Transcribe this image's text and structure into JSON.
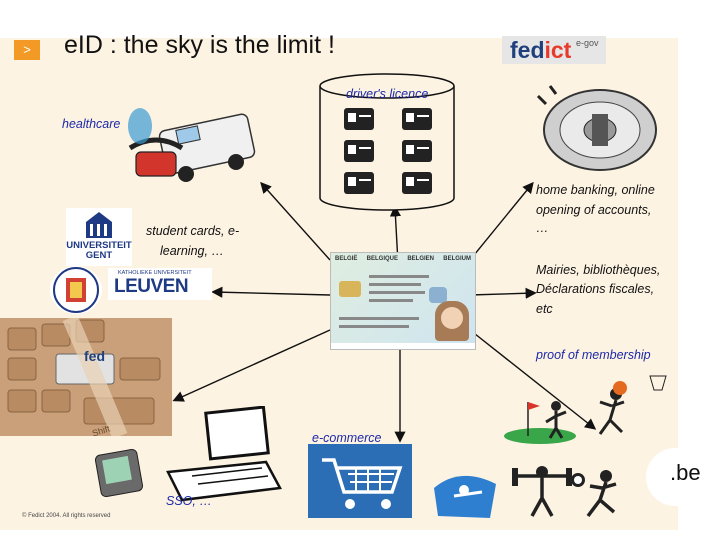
{
  "slide": {
    "bullet_glyph": ">",
    "title": "eID : the sky is the limit !",
    "logo": {
      "fed": "fed",
      "ict": "ict",
      "egov": "e-gov"
    },
    "copyright": "© Fedict 2004. All rights reserved"
  },
  "labels": {
    "drivers_licence": "driver's licence",
    "healthcare": "healthcare",
    "home_banking_1": "home banking, online",
    "home_banking_2": "opening of accounts,",
    "home_banking_3": "…",
    "student_1": "student cards, e-",
    "student_2": "learning, …",
    "mairies_1": "Mairies, bibliothèques,",
    "mairies_2": "Déclarations fiscales,",
    "mairies_3": "etc",
    "membership": "proof of membership",
    "ecommerce": "e-commerce",
    "sso": "SSO, …"
  },
  "images": {
    "universiteit_gent_1": "UNIVERSITEIT",
    "universiteit_gent_2": "GENT",
    "leuven_small": "KATHOLIEKE UNIVERSITEIT",
    "leuven": "LEUVEN",
    "keyboard_logo": "fed",
    "shift_key": "Shift",
    "be_logo": ".be",
    "card_header": [
      "BELGIË",
      "BELGIQUE",
      "BELGIEN",
      "BELGIUM"
    ]
  },
  "colors": {
    "accent_orange": "#f29a25",
    "label_blue": "#1d2aa8",
    "background": "#fdf3e3"
  }
}
